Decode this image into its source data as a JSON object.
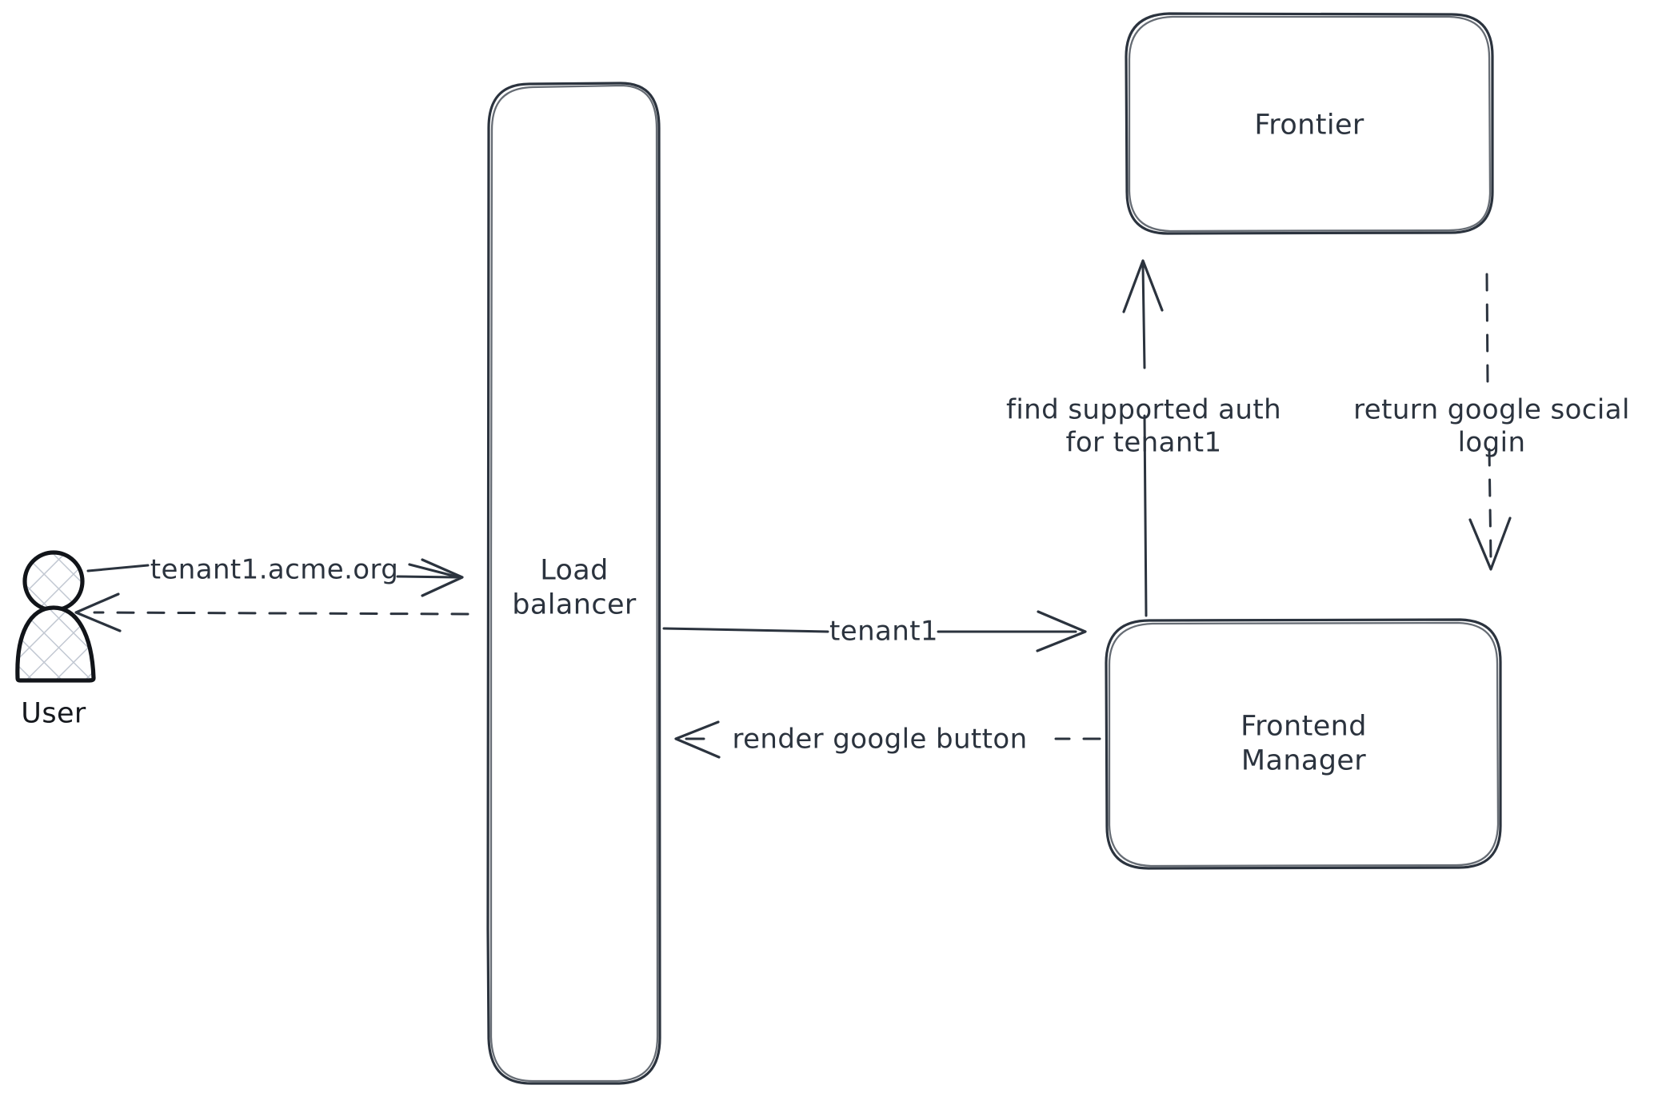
{
  "diagram": {
    "type": "architecture-flow-diagram",
    "background_color": "#ffffff",
    "stroke_color": "#2b333e",
    "style": "hand-drawn-sketch",
    "nodes": [
      {
        "id": "user",
        "name": "user-actor",
        "label": "User",
        "shape": "actor-person",
        "fill": "cross-hatch"
      },
      {
        "id": "load-balancer",
        "name": "load-balancer-node",
        "label": "Load\nbalancer",
        "label_line1": "Load",
        "label_line2": "balancer",
        "shape": "rounded-rectangle-tall"
      },
      {
        "id": "frontier",
        "name": "frontier-node",
        "label": "Frontier",
        "shape": "rounded-rectangle"
      },
      {
        "id": "frontend-manager",
        "name": "frontend-manager-node",
        "label": "Frontend\nManager",
        "label_line1": "Frontend",
        "label_line2": "Manager",
        "shape": "rounded-rectangle"
      }
    ],
    "edges": [
      {
        "id": "e1",
        "name": "edge-user-to-load-balancer",
        "from": "user",
        "to": "load-balancer",
        "label": "tenant1.acme.org",
        "line": "solid",
        "arrow": "right"
      },
      {
        "id": "e2",
        "name": "edge-load-balancer-to-user",
        "from": "load-balancer",
        "to": "user",
        "label": "",
        "line": "dashed",
        "arrow": "left"
      },
      {
        "id": "e3",
        "name": "edge-load-balancer-to-frontend-manager",
        "from": "load-balancer",
        "to": "frontend-manager",
        "label": "tenant1",
        "line": "solid",
        "arrow": "right"
      },
      {
        "id": "e4",
        "name": "edge-frontend-manager-to-load-balancer",
        "from": "frontend-manager",
        "to": "load-balancer",
        "label": "render google button",
        "line": "dashed",
        "arrow": "left"
      },
      {
        "id": "e5",
        "name": "edge-frontend-manager-to-frontier",
        "from": "frontend-manager",
        "to": "frontier",
        "label": "find supported auth\nfor tenant1",
        "label_line1": "find supported auth",
        "label_line2": "for tenant1",
        "line": "solid",
        "arrow": "up"
      },
      {
        "id": "e6",
        "name": "edge-frontier-to-frontend-manager",
        "from": "frontier",
        "to": "frontend-manager",
        "label": "return google social\nlogin",
        "label_line1": "return google social",
        "label_line2": "login",
        "line": "dashed",
        "arrow": "down"
      }
    ]
  }
}
